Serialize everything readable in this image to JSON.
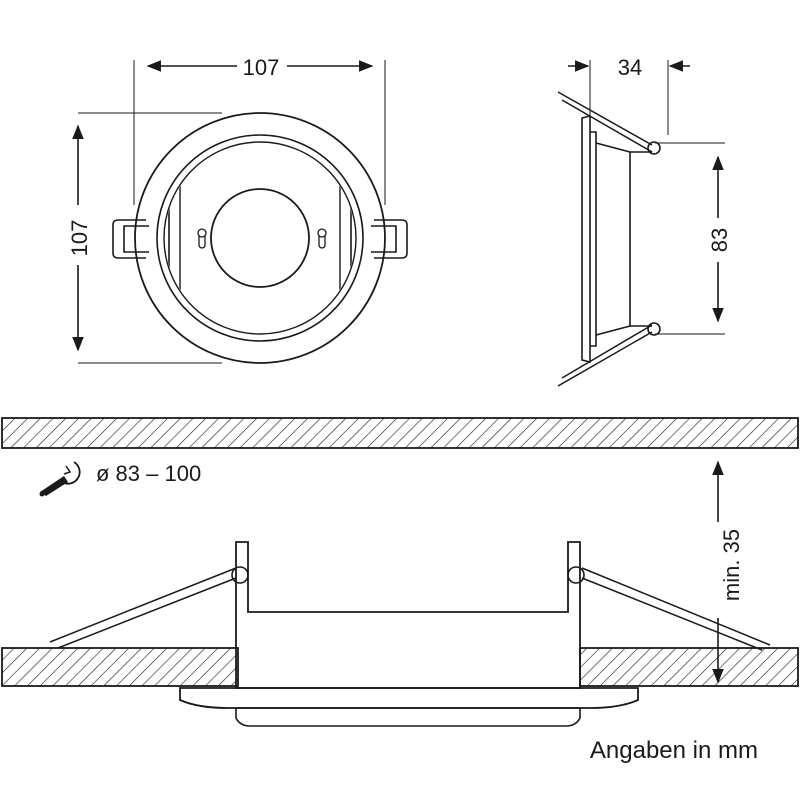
{
  "dimensions": {
    "top_width": "107",
    "top_height": "107",
    "side_depth": "34",
    "side_height": "83",
    "cutout": "ø 83 – 100",
    "min_depth": "min. 35"
  },
  "footer": {
    "units_note": "Angaben in mm"
  },
  "icons": {
    "cutout_tool": "hole-saw-icon"
  },
  "colors": {
    "line": "#1a1a1a",
    "background": "#ffffff"
  }
}
